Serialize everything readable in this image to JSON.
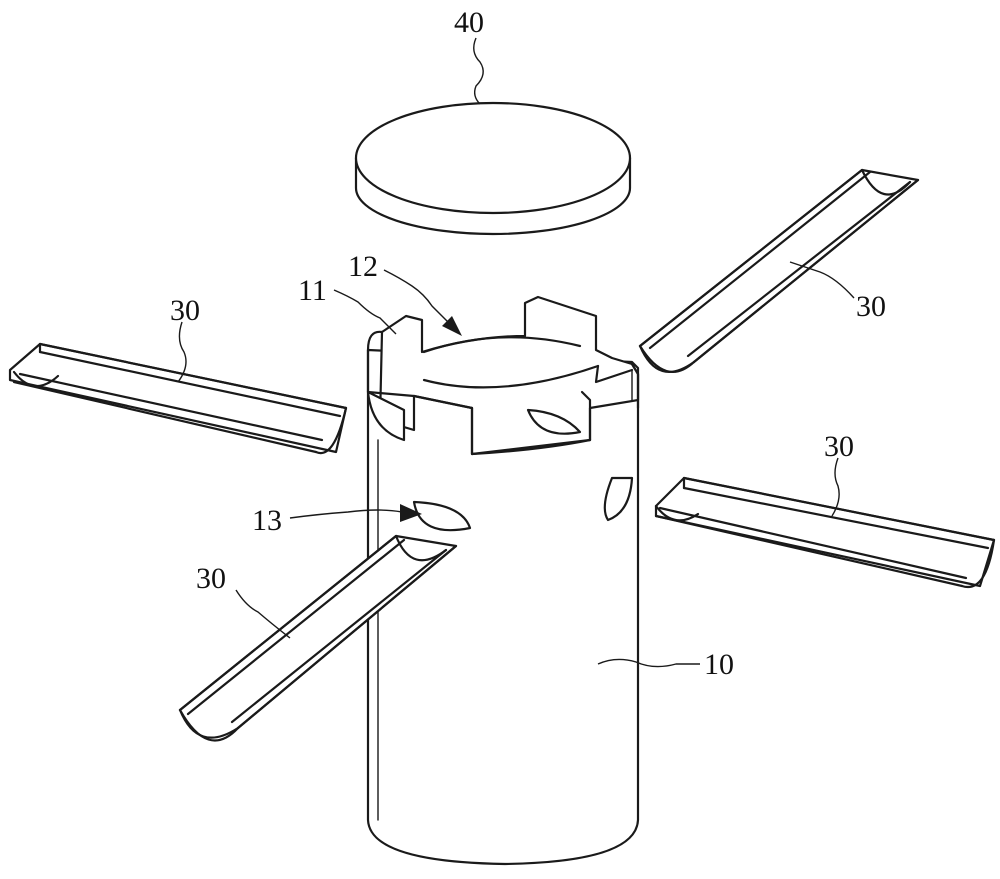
{
  "labels": {
    "base_body": "10",
    "top_edge": "11",
    "top_opening": "12",
    "side_hole": "13",
    "channel_upper_left": "30",
    "channel_upper_right": "30",
    "channel_right": "30",
    "channel_lower_left": "30",
    "disc_cap": "40"
  },
  "colors": {
    "line": "#1a1a1a",
    "background": "#ffffff"
  }
}
